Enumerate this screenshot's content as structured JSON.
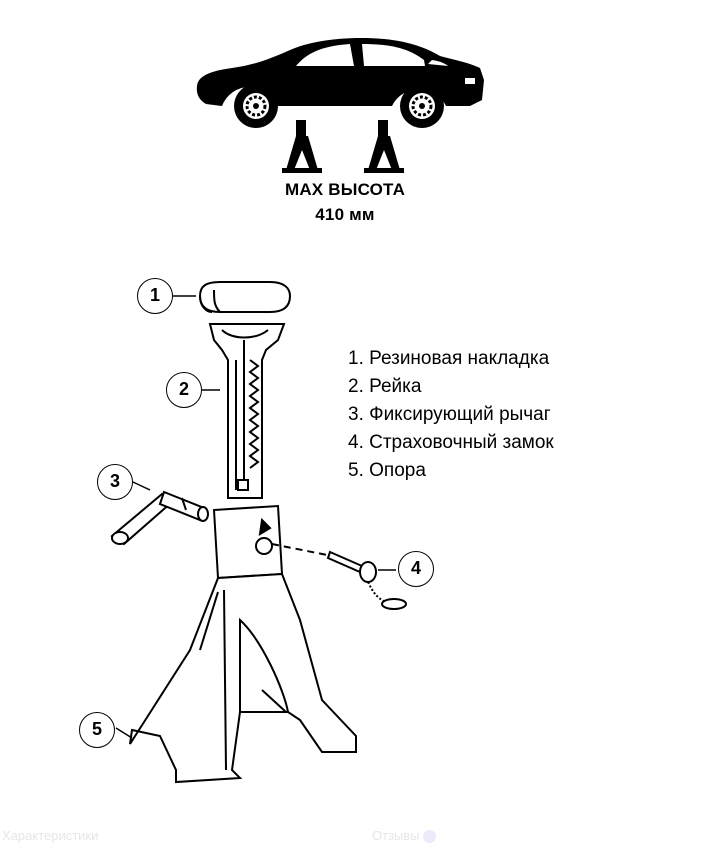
{
  "header": {
    "title_line1": "MAX ВЫСОТА",
    "title_line2": "410 мм"
  },
  "legend": {
    "items": [
      "1. Резиновая накладка",
      "2. Рейка",
      "3. Фиксирующий рычаг",
      "4. Страховочный замок",
      "5. Опора"
    ]
  },
  "callouts": {
    "c1": "1",
    "c2": "2",
    "c3": "3",
    "c4": "4",
    "c5": "5"
  },
  "footer": {
    "tab_characteristics": "Характеристики",
    "tab_reviews": "Отзывы"
  },
  "icons": [
    "car-icon",
    "jack-stand-icon"
  ],
  "colors": {
    "ink": "#000000",
    "background": "#ffffff",
    "footer_text": "#e6e6e6"
  }
}
